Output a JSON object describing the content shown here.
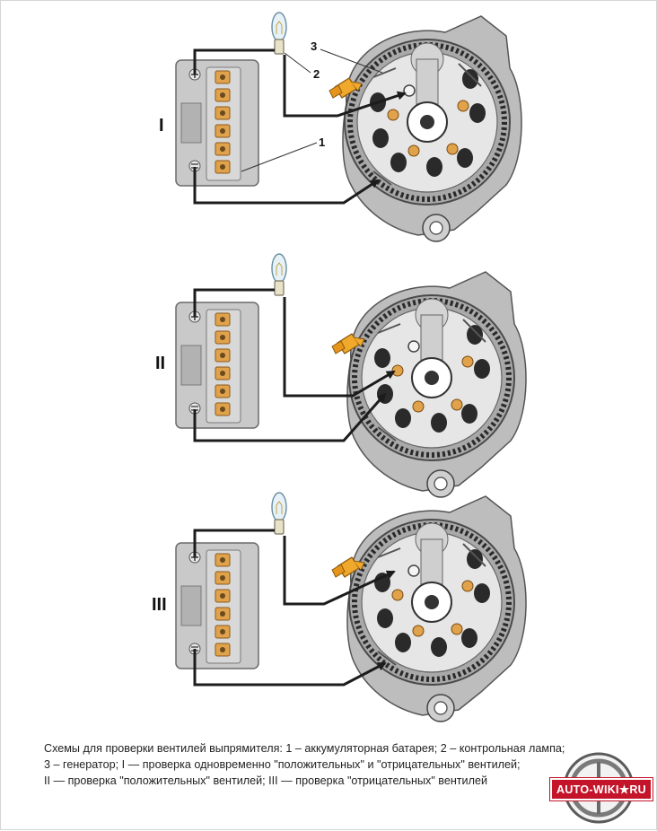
{
  "diagrams": [
    {
      "label": "I"
    },
    {
      "label": "II"
    },
    {
      "label": "III"
    }
  ],
  "callouts": {
    "battery": "1",
    "lamp": "2",
    "generator": "3"
  },
  "caption": {
    "line1": "Схемы для проверки вентилей выпрямителя: 1 – аккумуляторная батарея; 2 – контрольная лампа;",
    "line2": "3 – генератор; I — проверка одновременно \"положительных\" и \"отрицательных\" вентилей;",
    "line3": "II — проверка \"положительных\" вентилей; III — проверка \"отрицательных\" вентилей"
  },
  "logo": {
    "text": "AUTO-WIKI★RU"
  },
  "colors": {
    "wire": "#1c1c1c",
    "battery": "#c9c9c9",
    "generator": "#bdbdbd",
    "terminal": "#e0a24a",
    "clip": "#f0a92a",
    "brand": "#c4142a"
  }
}
